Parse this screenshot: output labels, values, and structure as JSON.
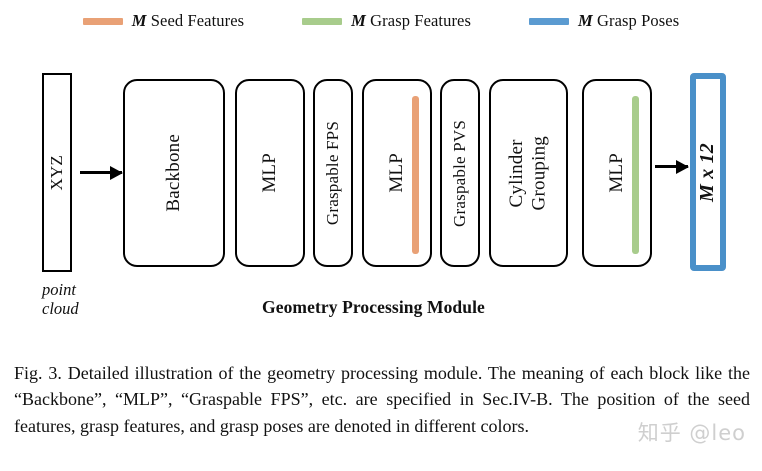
{
  "figure": {
    "legend": {
      "items": [
        {
          "label_prefix": "M",
          "label_rest": " Seed Features",
          "color": "#e9a176",
          "name": "seed-features"
        },
        {
          "label_prefix": "M",
          "label_rest": " Grasp Features",
          "color": "#a8cc8c",
          "name": "grasp-features"
        },
        {
          "label_prefix": "M",
          "label_rest": " Grasp Poses",
          "color": "#5b9bd1",
          "name": "grasp-poses"
        }
      ]
    },
    "pipeline": {
      "blocks": [
        {
          "label": "XYZ",
          "shape": "sharp"
        },
        {
          "label": "Backbone",
          "shape": "rounded"
        },
        {
          "label": "MLP",
          "shape": "rounded"
        },
        {
          "label": "Graspable FPS",
          "shape": "rounded"
        },
        {
          "label": "MLP",
          "shape": "rounded"
        },
        {
          "label": "Graspable PVS",
          "shape": "rounded"
        },
        {
          "label": "Cylinder\nGrouping",
          "shape": "rounded"
        },
        {
          "label": "MLP",
          "shape": "rounded"
        },
        {
          "label": "M x 12",
          "shape": "output"
        }
      ],
      "input_note": "point\ncloud",
      "module_title": "Geometry Processing Module",
      "seed_feature_color": "#e9a176",
      "grasp_feature_color": "#a8cc8c",
      "output_border_color": "#4a90c9"
    },
    "caption": {
      "text": "Fig. 3.  Detailed illustration of the geometry processing module. The meaning of each block like the “Backbone”, “MLP”, “Graspable FPS”, etc. are specified in Sec.IV-B. The position of the seed features, grasp features, and grasp poses are denoted in different colors."
    },
    "watermark": {
      "text": "知乎 @leo"
    }
  }
}
